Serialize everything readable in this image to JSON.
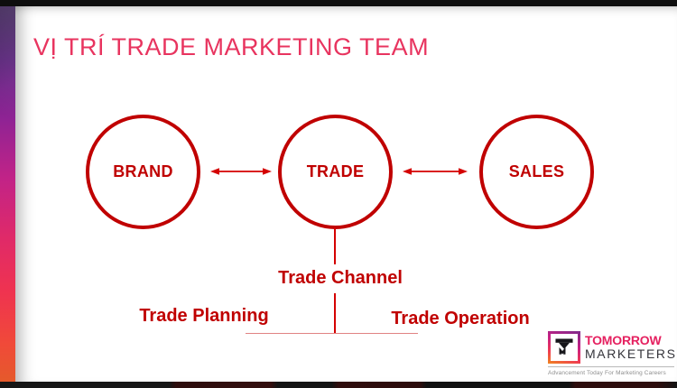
{
  "slide": {
    "title": "VỊ TRÍ TRADE MARKETING TEAM",
    "nodes": [
      {
        "label": "BRAND"
      },
      {
        "label": "TRADE"
      },
      {
        "label": "SALES"
      }
    ],
    "functions": {
      "channel": "Trade Channel",
      "planning": "Trade Planning",
      "operation": "Trade Operation"
    },
    "logo": {
      "brand_top": "TOMORROW",
      "brand_bottom": "MARKETERS",
      "tagline": "Advancement Today For Marketing Careers"
    },
    "colors": {
      "title_pink": "#e8345f",
      "shape_dark_red": "#c00000",
      "arrow_red": "#d40000",
      "logo_pink": "#e52160",
      "logo_gray": "#35353b",
      "strip_gradient_top": "#3f1d63",
      "strip_gradient_bottom": "#e55a2b"
    }
  }
}
